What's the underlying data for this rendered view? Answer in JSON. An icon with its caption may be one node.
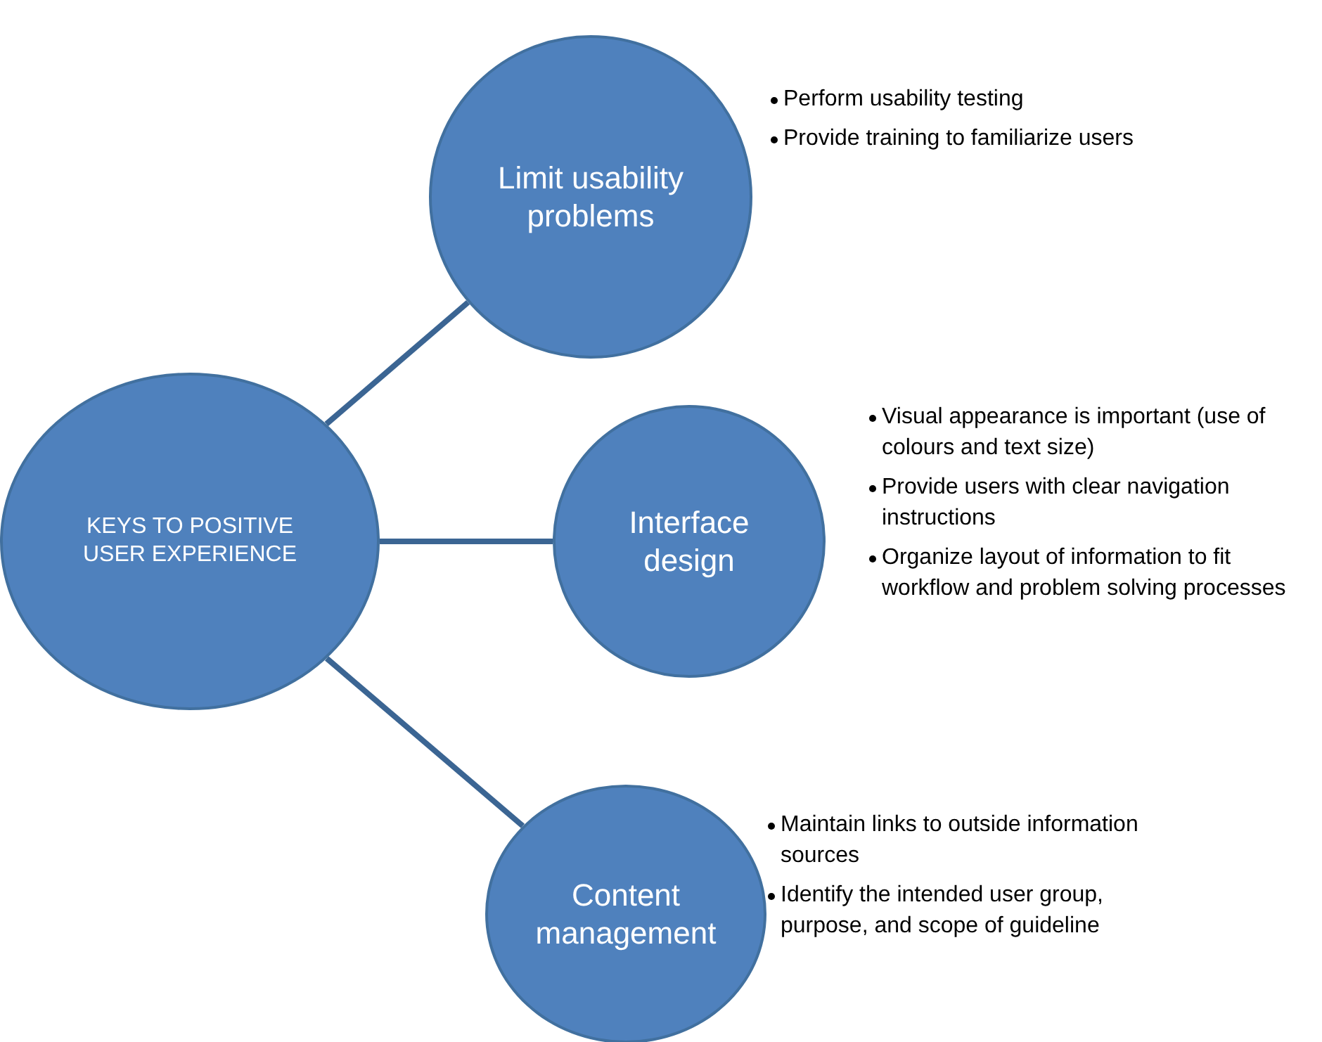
{
  "diagram": {
    "nodes": [
      {
        "text": [
          "KEYS TO POSITIVE USER EXPERIENCE"
        ]
      },
      {
        "text": [
          "Limit usability problems"
        ],
        "beside": [
          "Perform usability testing",
          "Provide training to familiarize users"
        ]
      },
      {
        "text": [
          "Interface design"
        ],
        "beside": [
          "Visual appearance is important (use of colours and text size)",
          "Provide users with clear navigation instructions",
          "Organize layout of information to fit workflow and problem solving processes"
        ]
      },
      {
        "text": [
          "Content management"
        ],
        "beside": [
          "Maintain links to outside information sources",
          "Identify the intended user group, purpose, and scope of guideline"
        ]
      }
    ],
    "edges": [
      {
        "from": 0,
        "to": 1,
        "arrow": "none"
      },
      {
        "from": 0,
        "to": 2,
        "arrow": "none"
      },
      {
        "from": 0,
        "to": 3,
        "arrow": "none"
      }
    ]
  }
}
